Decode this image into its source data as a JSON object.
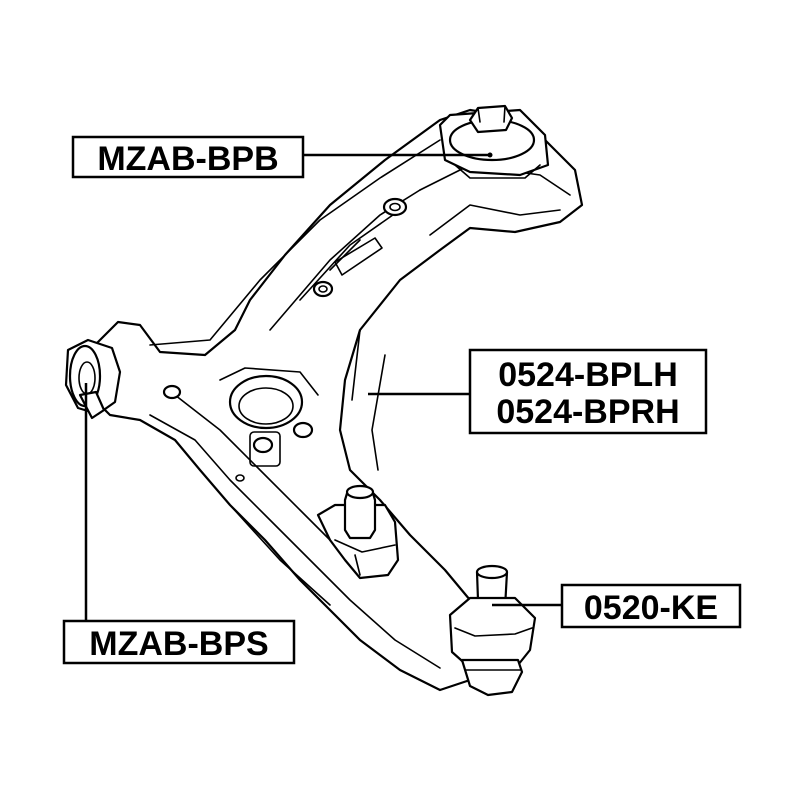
{
  "labels": {
    "upper_bushing": "MZAB-BPB",
    "arm_left": "0524-BPLH",
    "arm_right": "0524-BPRH",
    "ball_joint": "0520-KE",
    "front_bushing": "MZAB-BPS"
  }
}
